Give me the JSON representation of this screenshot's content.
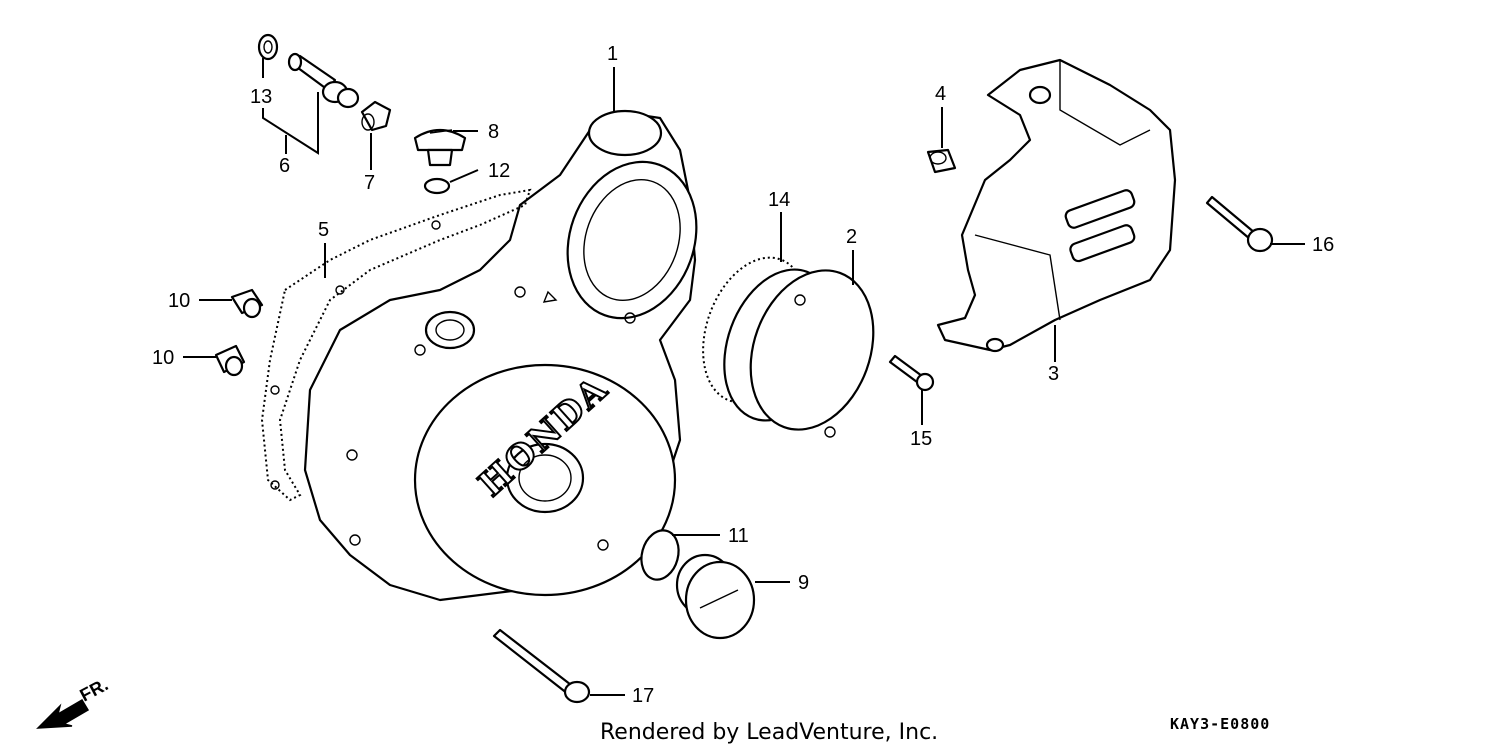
{
  "callouts": [
    "1",
    "2",
    "3",
    "4",
    "5",
    "6",
    "7",
    "8",
    "9",
    "10",
    "10",
    "11",
    "12",
    "13",
    "14",
    "15",
    "16",
    "17"
  ],
  "brand_text": "HONDA",
  "direction_label": "FR.",
  "credit": "Rendered by LeadVenture, Inc.",
  "diagram_code": "KAY3-E0800"
}
